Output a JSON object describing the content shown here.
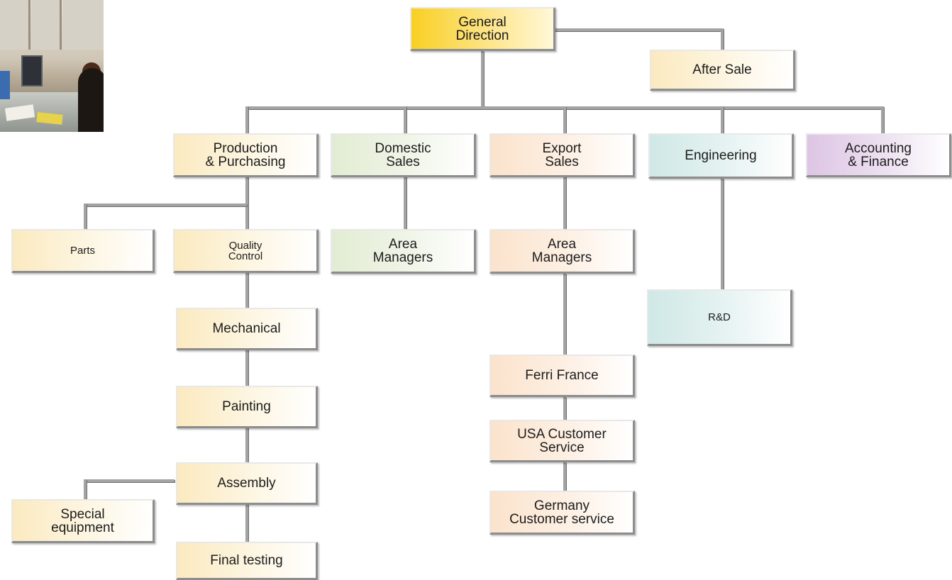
{
  "nodes": {
    "general_direction": "General\nDirection",
    "after_sale": "After Sale",
    "production_purchasing": "Production\n& Purchasing",
    "domestic_sales": "Domestic\nSales",
    "export_sales": "Export\nSales",
    "engineering": "Engineering",
    "accounting_finance": "Accounting\n& Finance",
    "parts": "Parts",
    "quality_control": "Quality\nControl",
    "mechanical": "Mechanical",
    "painting": "Painting",
    "assembly": "Assembly",
    "special_equipment": "Special\nequipment",
    "final_testing": "Final testing",
    "domestic_area_managers": "Area\nManagers",
    "export_area_managers": "Area\nManagers",
    "ferri_france": "Ferri France",
    "usa_customer_service": "USA Customer\nService",
    "germany_customer_service": "Germany\nCustomer service",
    "rd": "R&D"
  },
  "colors": {
    "connector": "#a3a3a3",
    "general_direction": "#f9cf22",
    "production": "#fbeac0",
    "domestic": "#e2ecd3",
    "export": "#fbe3cc",
    "engineering": "#cfe8e6",
    "accounting": "#ddc5e4"
  }
}
